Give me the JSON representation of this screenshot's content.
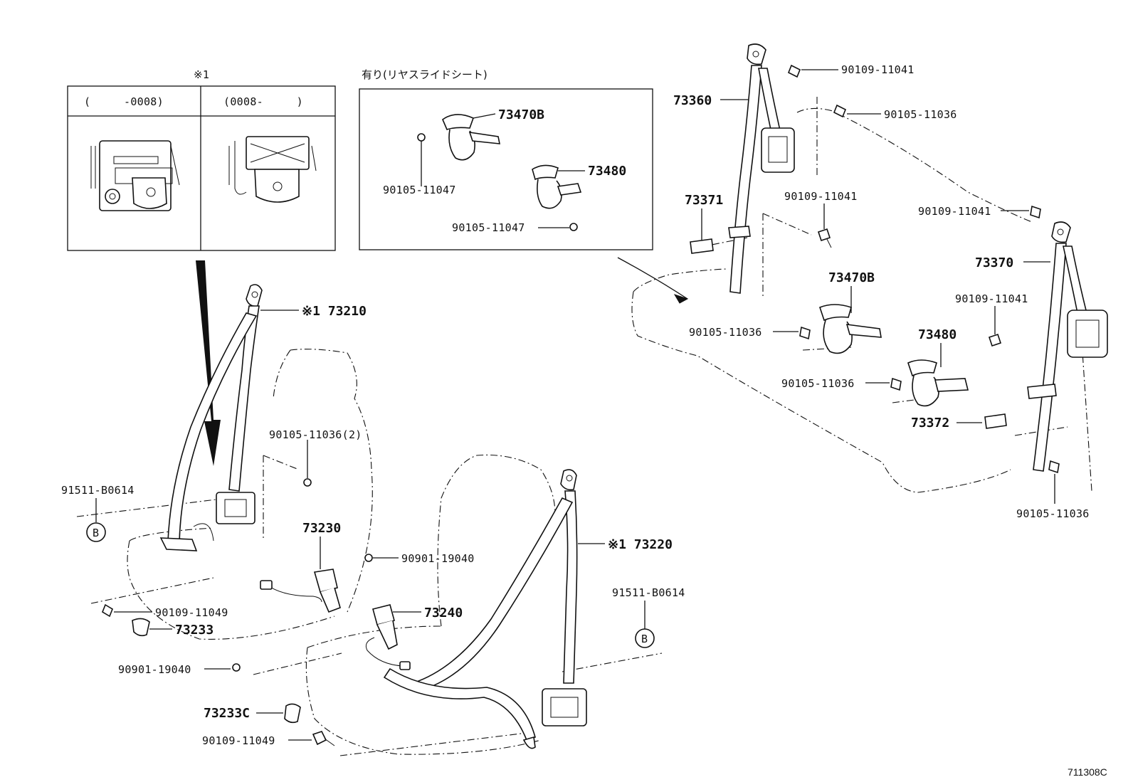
{
  "inset_left": {
    "note": "※1",
    "col_a": "(     -0008)",
    "col_b": "(0008-     )"
  },
  "inset_right": {
    "title": "有り(リヤスライドシート)"
  },
  "labels": {
    "p73470b_inset": "73470B",
    "p73480_inset": "73480",
    "p90105_11047_a": "90105-11047",
    "p90105_11047_b": "90105-11047",
    "p73210": "※1 73210",
    "p90105_11036_2": "90105-11036(2)",
    "p91511_b0614_l": "91511-B0614",
    "p73230": "73230",
    "p90901_19040_a": "90901-19040",
    "p73220": "※1 73220",
    "p90109_11049_a": "90109-11049",
    "p73233": "73233",
    "p73240": "73240",
    "p91511_b0614_r": "91511-B0614",
    "p90901_19040_b": "90901-19040",
    "p73233c": "73233C",
    "p90109_11049_b": "90109-11049",
    "p90109_11041_a": "90109-11041",
    "p73360": "73360",
    "p90105_11036_a": "90105-11036",
    "p73371": "73371",
    "p90109_11041_b": "90109-11041",
    "p90109_11041_c": "90109-11041",
    "p73370": "73370",
    "p73470b": "73470B",
    "p90109_11041_d": "90109-11041",
    "p90105_11036_b": "90105-11036",
    "p73480": "73480",
    "p90105_11036_c": "90105-11036",
    "p73372": "73372",
    "p90105_11036_d": "90105-11036"
  },
  "markers": {
    "b_left": "B",
    "b_right": "B"
  },
  "diagram_code": "711308C"
}
